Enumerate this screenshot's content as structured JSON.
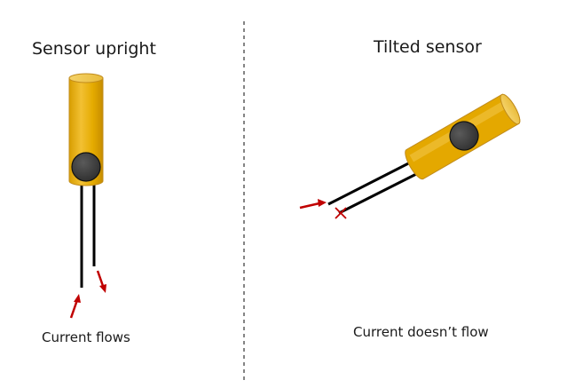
{
  "left_panel": {
    "title": "Sensor upright",
    "caption": "Current flows"
  },
  "right_panel": {
    "title": "Tilted sensor",
    "caption": "Current doesn’t flow"
  },
  "colors": {
    "body_fill": "#e8b000",
    "body_highlight": "#f7d76a",
    "body_stroke": "#c9951a",
    "ball": "#3c3c3c",
    "wire": "#000000",
    "arrow": "#c00000",
    "divider": "#333333"
  },
  "icons": {
    "left_sensor": "tilt-sensor-upright-icon",
    "right_sensor": "tilt-sensor-tilted-icon",
    "flow_arrow": "current-arrow-icon",
    "no_flow_mark": "cross-mark-icon"
  }
}
